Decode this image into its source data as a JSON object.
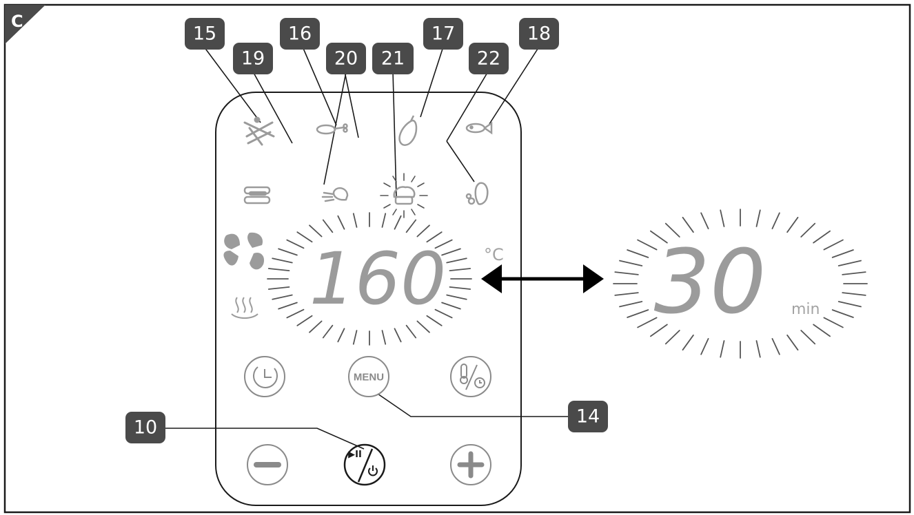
{
  "corner_label": "C",
  "callouts": [
    {
      "id": "badge-15",
      "label": "15"
    },
    {
      "id": "badge-16",
      "label": "16"
    },
    {
      "id": "badge-17",
      "label": "17"
    },
    {
      "id": "badge-18",
      "label": "18"
    },
    {
      "id": "badge-19",
      "label": "19"
    },
    {
      "id": "badge-20",
      "label": "20"
    },
    {
      "id": "badge-21",
      "label": "21"
    },
    {
      "id": "badge-22",
      "label": "22"
    },
    {
      "id": "badge-10",
      "label": "10"
    },
    {
      "id": "badge-14",
      "label": "14"
    }
  ],
  "temperature_display": {
    "value": "160",
    "unit": "°C"
  },
  "time_display": {
    "value": "30",
    "unit": "min"
  },
  "buttons": {
    "menu_label": "MENU",
    "play_pause_label": "▶II"
  },
  "icons": [
    "fries-icon",
    "drumstick-icon",
    "leg-icon",
    "fish-icon",
    "steak-icon",
    "shrimp-icon",
    "cake-icon",
    "vegetables-icon",
    "fan-icon",
    "heat-icon",
    "timer-icon",
    "temp-time-icon",
    "minus-icon",
    "plus-icon",
    "power-icon"
  ],
  "colors": {
    "badge_fill": "#4a4a4a",
    "outline": "#1a1a1a",
    "segment_gray": "#9b9b9b",
    "ray_gray": "#555555"
  }
}
